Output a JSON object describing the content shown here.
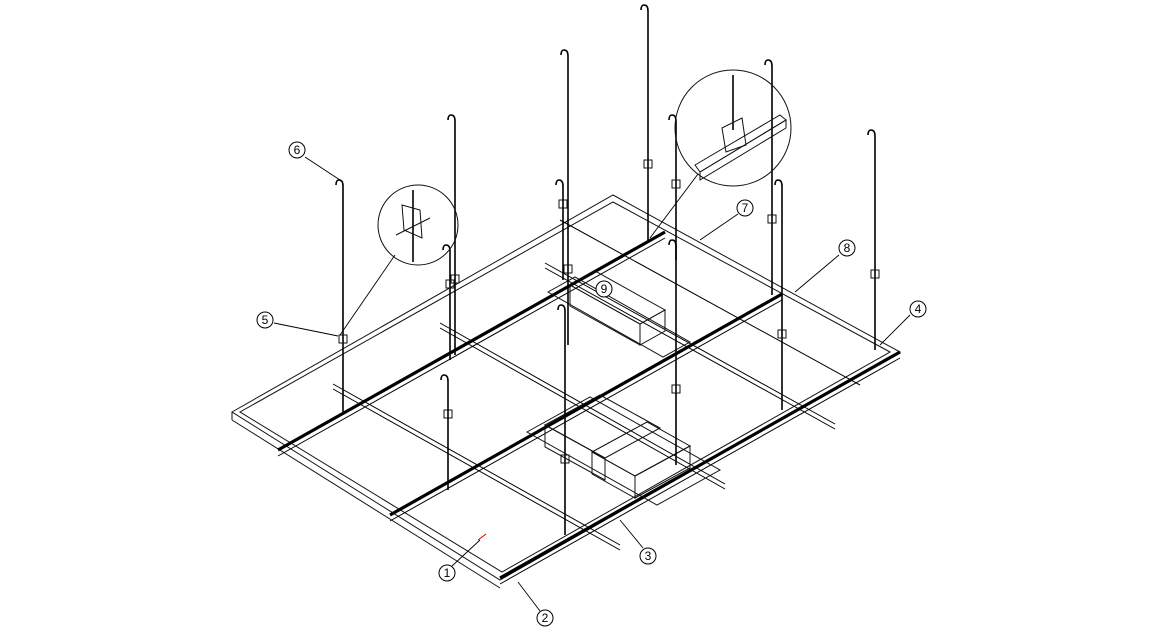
{
  "title": "Suspended ceiling grid system isometric drawing",
  "callouts": [
    {
      "label": "1"
    },
    {
      "label": "2"
    },
    {
      "label": "3"
    },
    {
      "label": "4"
    },
    {
      "label": "5"
    },
    {
      "label": "6"
    },
    {
      "label": "7"
    },
    {
      "label": "8"
    },
    {
      "label": "9"
    }
  ],
  "colors": {
    "line": "#000000",
    "background": "#ffffff",
    "accent": "#cc0000"
  }
}
